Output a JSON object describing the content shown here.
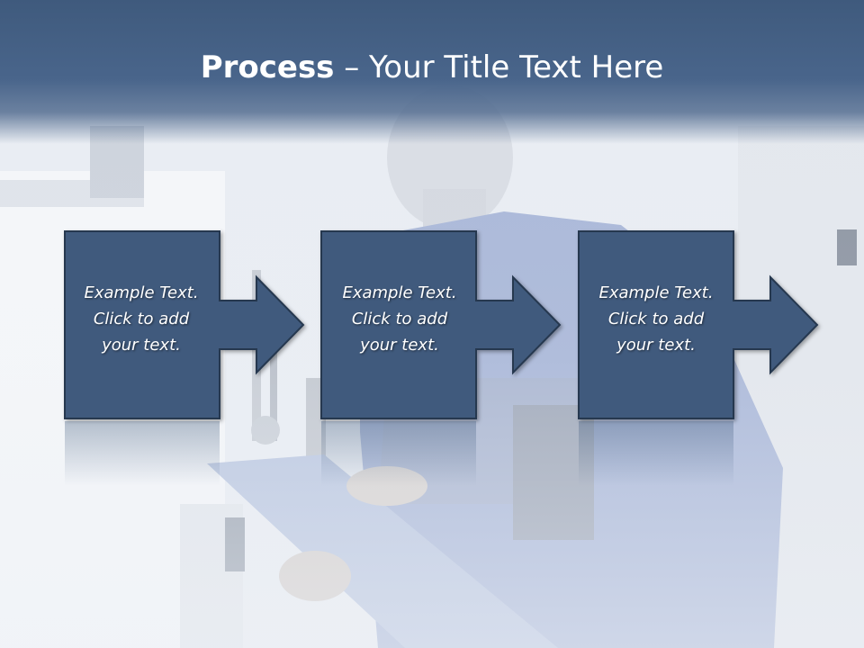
{
  "title": {
    "bold": "Process",
    "rest": " – Your Title Text Here"
  },
  "steps": [
    {
      "lines": [
        "Example Text.",
        "Click  to add",
        "your text."
      ]
    },
    {
      "lines": [
        "Example Text.",
        "Click  to add",
        "your text."
      ]
    },
    {
      "lines": [
        "Example Text.",
        "Click  to add",
        "your text."
      ]
    }
  ],
  "colors": {
    "box_fill": "#3f5a7d",
    "box_stroke": "#283b55",
    "title_bar": "#4a668b",
    "text": "#ffffff"
  }
}
